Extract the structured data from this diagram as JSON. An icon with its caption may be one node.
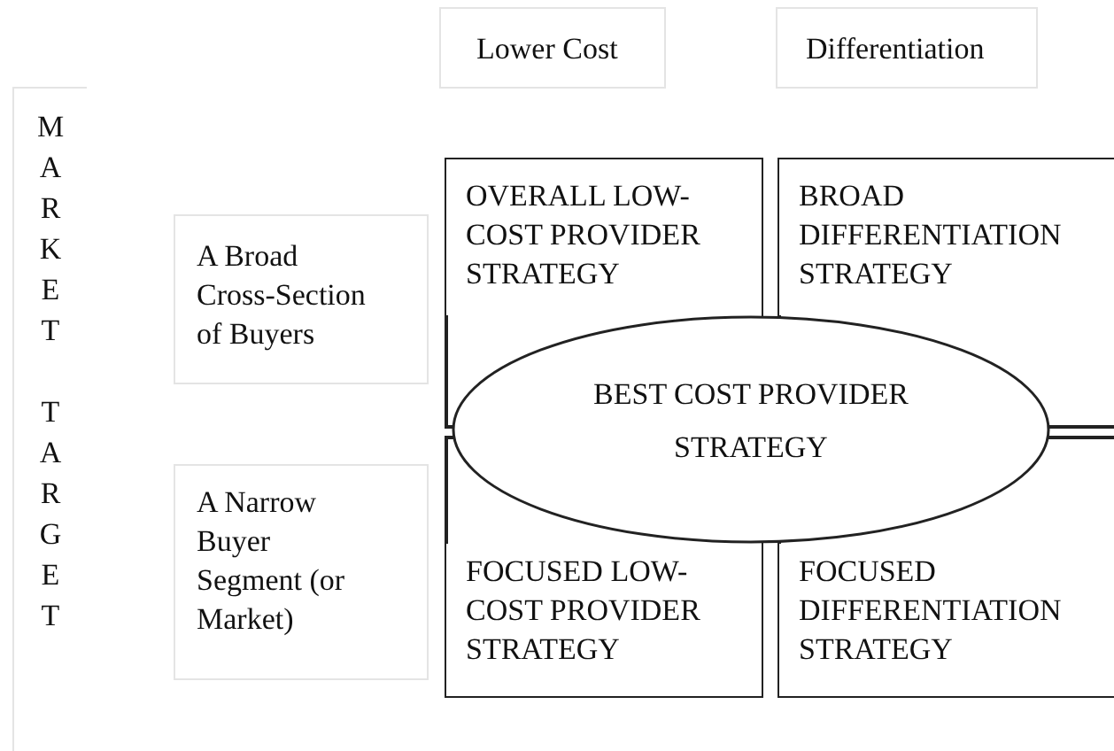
{
  "diagram": {
    "nodes": [
      {
        "text": [
          "Lower Cost"
        ]
      },
      {
        "text": [
          "Differentiation"
        ]
      },
      {
        "text": [
          "MARKET TARGET"
        ]
      },
      {
        "text": [
          "A Broad Cross-Section of Buyers"
        ]
      },
      {
        "text": [
          "A Narrow Buyer Segment (or Market)"
        ]
      },
      {
        "text": [
          "OVERALL LOW-COST PROVIDER STRATEGY"
        ]
      },
      {
        "text": [
          "BROAD DIFFERENTIATION STRATEGY"
        ]
      },
      {
        "text": [
          "FOCUSED LOW-COST PROVIDER STRATEGY"
        ]
      },
      {
        "text": [
          "FOCUSED DIFFERENTIATION STRATEGY"
        ]
      },
      {
        "text": [
          "BEST COST PROVIDER STRATEGY"
        ]
      }
    ]
  }
}
